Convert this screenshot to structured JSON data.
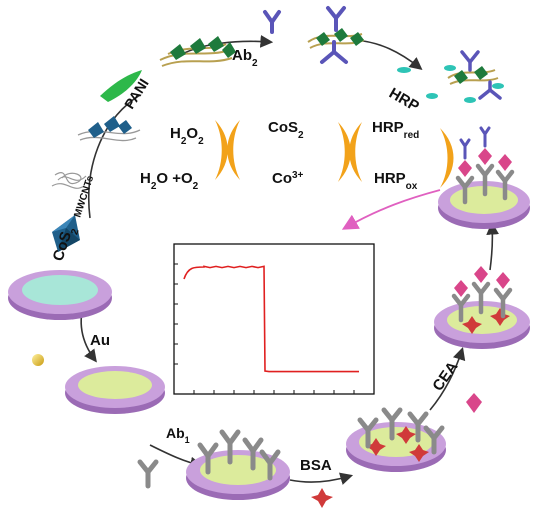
{
  "colors": {
    "electrode_rim": "#C9A0DC",
    "electrode_rim_side": "#9B6BB5",
    "electrode_inner_bare": "#A8E6D8",
    "electrode_inner_gold": "#DCEB9C",
    "antibody": "#8A8A8A",
    "ab2_antibody": "#5A55B8",
    "cea_antigen": "#D9468A",
    "bsa": "#D03A3A",
    "gold_nanoparticle": "#E8C41E",
    "arrow_magenta": "#E060C0",
    "curved_arrow_orange": "#F2A21A",
    "cos2_crystal": "#1F5F8A",
    "pani": "#2DB84A",
    "nanotube": "#B8A050",
    "hrp": "#2EC4B6",
    "current_trace": "#E02020"
  },
  "labels": {
    "cos2": "CoS",
    "cos2_sub": "2",
    "mwcnts": "MWCNTs",
    "pani": "PANI",
    "ab2": "Ab",
    "ab2_sub": "2",
    "hrp": "HRP",
    "au": "Au",
    "ab1": "Ab",
    "ab1_sub": "1",
    "bsa": "BSA",
    "cea": "CEA"
  },
  "cycle": {
    "h2o2": "H",
    "h2o2_sub1": "2",
    "h2o2_mid": "O",
    "h2o2_sub2": "2",
    "h2o_o2_a": "H",
    "h2o_o2_sub1": "2",
    "h2o_o2_b": "O +O",
    "h2o_o2_sub2": "2",
    "cos2_center": "CoS",
    "cos2_center_sub": "2",
    "co3_base": "Co",
    "co3_sup": "3+",
    "hrp_red_base": "HRP",
    "hrp_red_sub": "red",
    "hrp_ox_base": "HRP",
    "hrp_ox_sub": "ox"
  },
  "plot": {
    "icon": "current-time-trace",
    "description_values": {
      "initial_level": 0.9,
      "final_level": 0.1,
      "step_fraction": 0.45
    }
  }
}
